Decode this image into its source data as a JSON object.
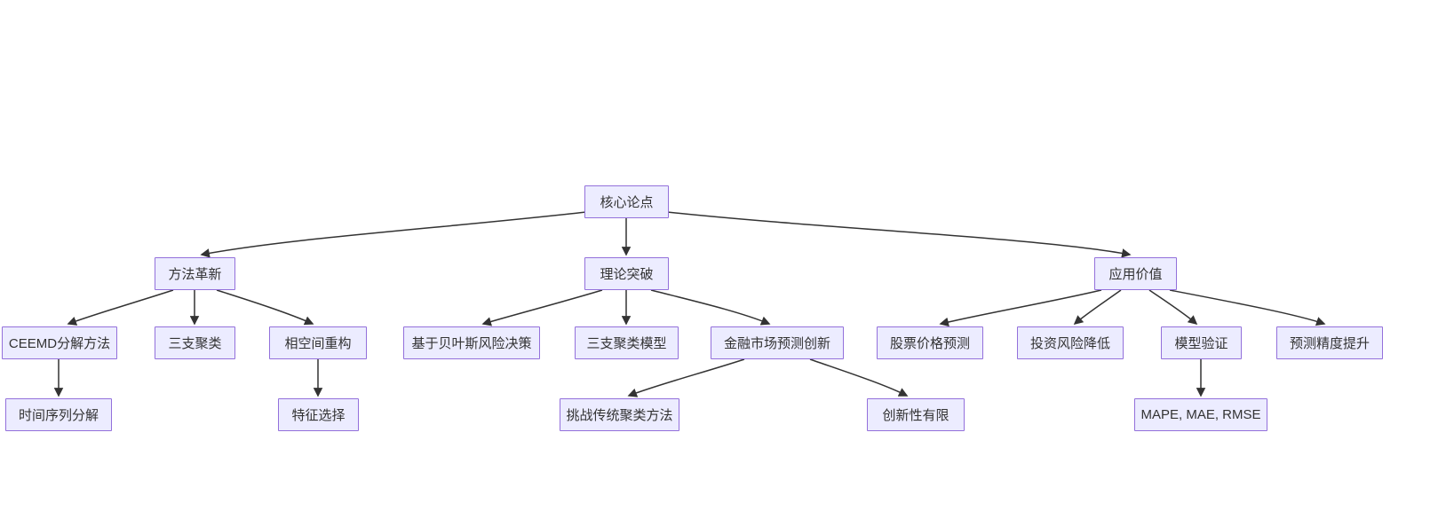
{
  "diagram": {
    "type": "flowchart-top-down",
    "colors": {
      "node_fill": "#ECECFF",
      "node_border": "#9370DB",
      "edge": "#333333",
      "text": "#333333",
      "background": "#ffffff"
    },
    "nodes": {
      "root": {
        "label": "核心论点"
      },
      "method": {
        "label": "方法革新"
      },
      "theory": {
        "label": "理论突破"
      },
      "application": {
        "label": "应用价值"
      },
      "ceemd": {
        "label": "CEEMD分解方法"
      },
      "three_way_clustering": {
        "label": "三支聚类"
      },
      "phase_space": {
        "label": "相空间重构"
      },
      "bayes_risk": {
        "label": "基于贝叶斯风险决策"
      },
      "three_way_model": {
        "label": "三支聚类模型"
      },
      "finance_innovation": {
        "label": "金融市场预测创新"
      },
      "stock_prediction": {
        "label": "股票价格预测"
      },
      "risk_reduction": {
        "label": "投资风险降低"
      },
      "model_validation": {
        "label": "模型验证"
      },
      "accuracy_improvement": {
        "label": "预测精度提升"
      },
      "time_series": {
        "label": "时间序列分解"
      },
      "feature_selection": {
        "label": "特征选择"
      },
      "challenge_traditional": {
        "label": "挑战传统聚类方法"
      },
      "limited_innovation": {
        "label": "创新性有限"
      },
      "metrics": {
        "label": "MAPE, MAE, RMSE"
      }
    },
    "edges": [
      {
        "from": "核心论点",
        "to": "方法革新"
      },
      {
        "from": "核心论点",
        "to": "理论突破"
      },
      {
        "from": "核心论点",
        "to": "应用价值"
      },
      {
        "from": "方法革新",
        "to": "CEEMD分解方法"
      },
      {
        "from": "方法革新",
        "to": "三支聚类"
      },
      {
        "from": "方法革新",
        "to": "相空间重构"
      },
      {
        "from": "理论突破",
        "to": "基于贝叶斯风险决策"
      },
      {
        "from": "理论突破",
        "to": "三支聚类模型"
      },
      {
        "from": "理论突破",
        "to": "金融市场预测创新"
      },
      {
        "from": "应用价值",
        "to": "股票价格预测"
      },
      {
        "from": "应用价值",
        "to": "投资风险降低"
      },
      {
        "from": "应用价值",
        "to": "模型验证"
      },
      {
        "from": "应用价值",
        "to": "预测精度提升"
      },
      {
        "from": "CEEMD分解方法",
        "to": "时间序列分解"
      },
      {
        "from": "相空间重构",
        "to": "特征选择"
      },
      {
        "from": "金融市场预测创新",
        "to": "挑战传统聚类方法"
      },
      {
        "from": "金融市场预测创新",
        "to": "创新性有限"
      },
      {
        "from": "模型验证",
        "to": "MAPE, MAE, RMSE"
      }
    ]
  }
}
